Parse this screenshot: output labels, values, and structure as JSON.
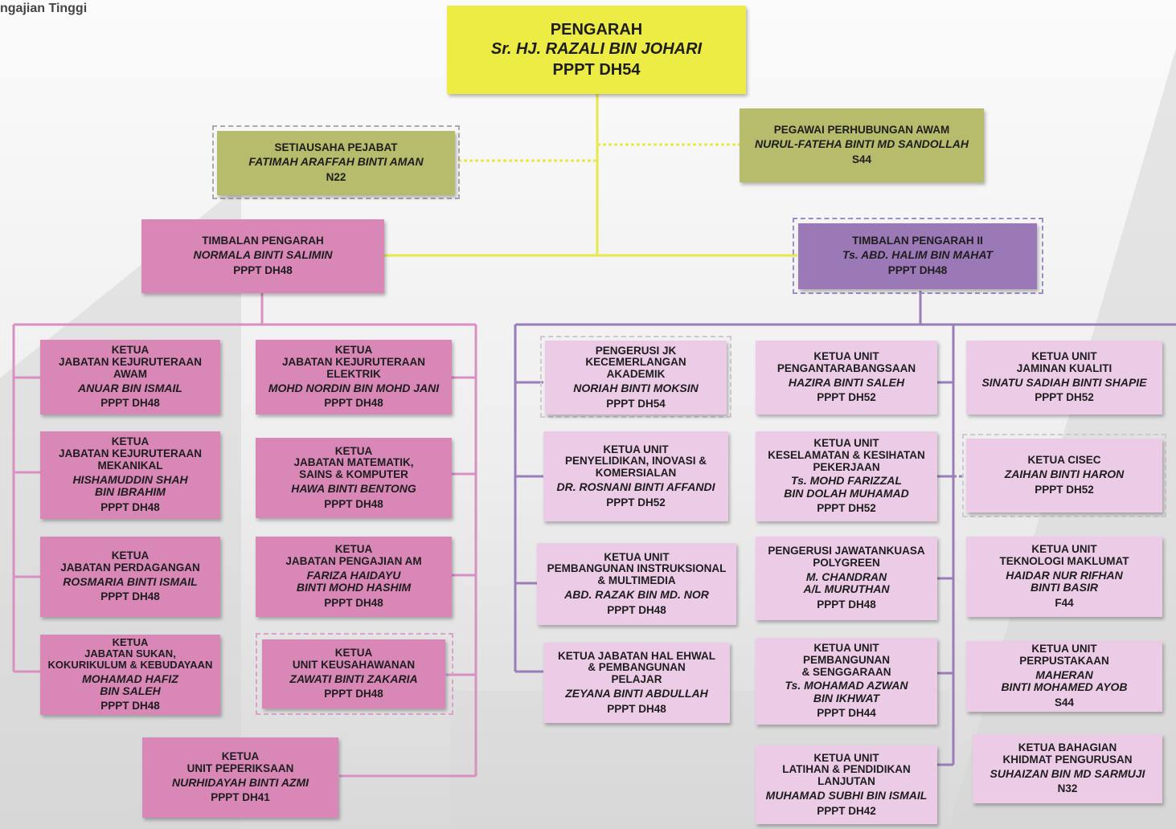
{
  "header_text": "ngajian Tinggi",
  "director": {
    "title": "PENGARAH",
    "name": "Sr. HJ. RAZALI BIN JOHARI",
    "grade": "PPPT DH54"
  },
  "secretary": {
    "title": "SETIAUSAHA PEJABAT",
    "name": "FATIMAH ARAFFAH BINTI AMAN",
    "grade": "N22"
  },
  "pr_officer": {
    "title": "PEGAWAI PERHUBUNGAN AWAM",
    "name": "NURUL-FATEHA BINTI MD SANDOLLAH",
    "grade": "S44"
  },
  "deputy1": {
    "title": "TIMBALAN PENGARAH",
    "name": "NORMALA BINTI SALIMIN",
    "grade": "PPPT DH48"
  },
  "deputy2": {
    "title": "TIMBALAN PENGARAH II",
    "name": "Ts. ABD. HALIM BIN MAHAT",
    "grade": "PPPT DH48"
  },
  "left_units": [
    {
      "title": "KETUA\nJABATAN KEJURUTERAAN\nAWAM",
      "name": "ANUAR BIN ISMAIL",
      "grade": "PPPT DH48"
    },
    {
      "title": "KETUA\nJABATAN KEJURUTERAAN\nELEKTRIK",
      "name": "MOHD NORDIN BIN MOHD JANI",
      "grade": "PPPT DH48"
    },
    {
      "title": "KETUA\nJABATAN KEJURUTERAAN\nMEKANIKAL",
      "name": "HISHAMUDDIN SHAH\nBIN IBRAHIM",
      "grade": "PPPT DH48"
    },
    {
      "title": "KETUA\nJABATAN MATEMATIK,\nSAINS & KOMPUTER",
      "name": "HAWA BINTI BENTONG",
      "grade": "PPPT DH48"
    },
    {
      "title": "KETUA\nJABATAN PERDAGANGAN",
      "name": "ROSMARIA BINTI ISMAIL",
      "grade": "PPPT DH48"
    },
    {
      "title": "KETUA\nJABATAN PENGAJIAN AM",
      "name": "FARIZA HAIDAYU\nBINTI MOHD HASHIM",
      "grade": "PPPT DH48"
    },
    {
      "title": "KETUA\nJABATAN SUKAN,\nKOKURIKULUM & KEBUDAYAAN",
      "name": "MOHAMAD HAFIZ\nBIN SALEH",
      "grade": "PPPT DH48"
    },
    {
      "title": "KETUA\nUNIT KEUSAHAWANAN",
      "name": "ZAWATI BINTI ZAKARIA",
      "grade": "PPPT DH48"
    },
    {
      "title": "KETUA\nUNIT PEPERIKSAAN",
      "name": "NURHIDAYAH BINTI AZMI",
      "grade": "PPPT DH41"
    }
  ],
  "right_col1": [
    {
      "title": "PENGERUSI JK\nKECEMERLANGAN\nAKADEMIK",
      "name": "NORIAH BINTI MOKSIN",
      "grade": "PPPT DH54"
    },
    {
      "title": "KETUA UNIT\nPENYELIDIKAN, INOVASI &\nKOMERSIALAN",
      "name": "DR. ROSNANI BINTI AFFANDI",
      "grade": "PPPT DH52"
    },
    {
      "title": "KETUA UNIT\nPEMBANGUNAN INSTRUKSIONAL\n& MULTIMEDIA",
      "name": "ABD. RAZAK BIN MD. NOR",
      "grade": "PPPT DH48"
    },
    {
      "title": "KETUA JABATAN HAL EHWAL\n& PEMBANGUNAN\nPELAJAR",
      "name": "ZEYANA BINTI ABDULLAH",
      "grade": "PPPT DH48"
    }
  ],
  "right_col2": [
    {
      "title": "KETUA UNIT\nPENGANTARABANGSAAN",
      "name": "HAZIRA BINTI SALEH",
      "grade": "PPPT DH52"
    },
    {
      "title": "KETUA UNIT\nKESELAMATAN & KESIHATAN\nPEKERJAAN",
      "name": "Ts. MOHD FARIZZAL\nBIN DOLAH MUHAMAD",
      "grade": "PPPT DH52"
    },
    {
      "title": "PENGERUSI JAWATANKUASA\nPOLYGREEN",
      "name": "M. CHANDRAN\nA/L MURUTHAN",
      "grade": "PPPT DH48"
    },
    {
      "title": "KETUA UNIT\nPEMBANGUNAN\n& SENGGARAAN",
      "name": "Ts. MOHAMAD AZWAN\nBIN IKHWAT",
      "grade": "PPPT DH44"
    },
    {
      "title": "KETUA UNIT\nLATIHAN & PENDIDIKAN\nLANJUTAN",
      "name": "MUHAMAD SUBHI BIN ISMAIL",
      "grade": "PPPT DH42"
    }
  ],
  "right_col3": [
    {
      "title": "KETUA UNIT\nJAMINAN KUALITI",
      "name": "SINATU SADIAH BINTI SHAPIE",
      "grade": "PPPT DH52"
    },
    {
      "title": "KETUA CISEC",
      "name": "ZAIHAN BINTI HARON",
      "grade": "PPPT DH52"
    },
    {
      "title": "KETUA UNIT\nTEKNOLOGI MAKLUMAT",
      "name": "HAIDAR NUR RIFHAN\nBINTI BASIR",
      "grade": "F44"
    },
    {
      "title": "KETUA UNIT\nPERPUSTAKAAN",
      "name": "MAHERAN\nBINTI MOHAMED AYOB",
      "grade": "S44"
    },
    {
      "title": "KETUA BAHAGIAN\nKHIDMAT PENGURUSAN",
      "name": "SUHAIZAN BIN MD SARMUJI",
      "grade": "N32"
    }
  ],
  "colors": {
    "director": "#ecec45",
    "support": "#b6bc6b",
    "left_branch": "#d887b7",
    "right_deputy": "#9b78b6",
    "right_branch": "#eccbe6",
    "yellow_line": "#e8e84a",
    "pink_line": "#d98fc2",
    "purple_line": "#9a7db8"
  }
}
